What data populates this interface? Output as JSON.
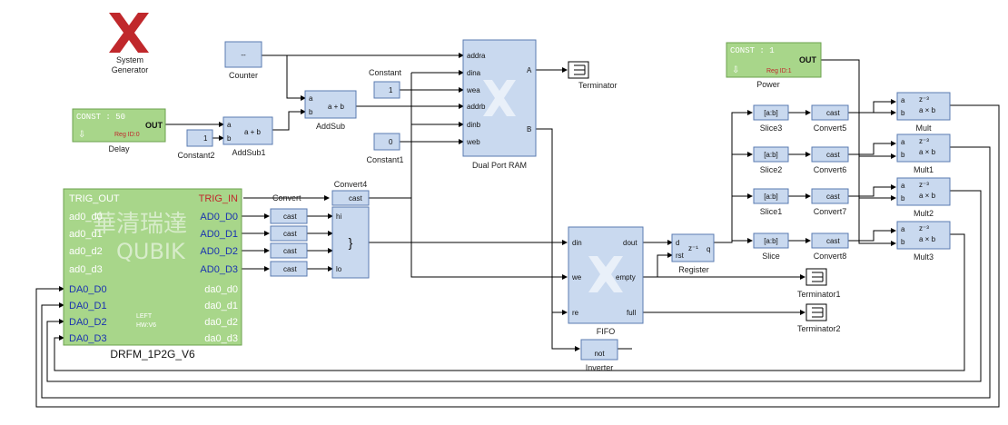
{
  "logo": {
    "line1": "System",
    "line2": "Generator",
    "color": "#c0282c"
  },
  "colors": {
    "block_fill": "#c9d9ef",
    "block_stroke": "#5a7bb0",
    "gateway_fill": "#a8d68a",
    "wire": "#000000",
    "blue_port": "#1a32b0",
    "red_port": "#c0282c"
  },
  "blocks": {
    "counter": {
      "name": "Counter",
      "inner": "--"
    },
    "addsub": {
      "name": "AddSub",
      "op": "a + b",
      "port_a": "a",
      "port_b": "b"
    },
    "addsub1": {
      "name": "AddSub1",
      "op": "a + b",
      "port_a": "a",
      "port_b": "b"
    },
    "delay": {
      "name": "Delay",
      "const": "CONST : 50",
      "out": "OUT",
      "reg": "Reg ID:0"
    },
    "constant2": {
      "name": "Constant2",
      "value": "1"
    },
    "constant": {
      "name": "Constant",
      "value": "1"
    },
    "constant1": {
      "name": "Constant1",
      "value": "0"
    },
    "dpram": {
      "name": "Dual Port RAM",
      "ports_in": [
        "addra",
        "dina",
        "wea",
        "addrb",
        "dinb",
        "web"
      ],
      "out_a": "A",
      "out_b": "B"
    },
    "terminator": {
      "name": "Terminator"
    },
    "terminator1": {
      "name": "Terminator1"
    },
    "terminator2": {
      "name": "Terminator2"
    },
    "power": {
      "name": "Power",
      "const": "CONST : 1",
      "out": "OUT",
      "reg": "Reg ID:1"
    },
    "convert": {
      "name": "Convert"
    },
    "convert4": {
      "name": "Convert4",
      "cast": "cast",
      "ports": [
        "hi",
        "lo"
      ],
      "concat": "}"
    },
    "cast": "cast",
    "fifo": {
      "name": "FIFO",
      "ports_in": [
        "din",
        "we",
        "re"
      ],
      "ports_out": [
        "dout",
        "empty",
        "full"
      ]
    },
    "inverter": {
      "name": "Inverter",
      "text": "not"
    },
    "register": {
      "name": "Register",
      "d": "d",
      "rst": "rst",
      "q": "q",
      "z": "z⁻¹"
    },
    "slices": [
      {
        "name": "Slice3",
        "inner": "[a:b]"
      },
      {
        "name": "Slice2",
        "inner": "[a:b]"
      },
      {
        "name": "Slice1",
        "inner": "[a:b]"
      },
      {
        "name": "Slice",
        "inner": "[a:b]"
      }
    ],
    "converts": [
      "Convert5",
      "Convert6",
      "Convert7",
      "Convert8"
    ],
    "mults": [
      {
        "name": "Mult",
        "op": "a × b",
        "z": "z⁻³"
      },
      {
        "name": "Mult1",
        "op": "a × b",
        "z": "z⁻³"
      },
      {
        "name": "Mult2",
        "op": "a × b",
        "z": "z⁻³"
      },
      {
        "name": "Mult3",
        "op": "a × b",
        "z": "z⁻³"
      }
    ],
    "drfm": {
      "name": "DRFM_1P2G_V6",
      "left_ports": [
        "TRIG_OUT",
        "ad0_d0",
        "ad0_d1",
        "ad0_d2",
        "ad0_d3",
        "DA0_D0",
        "DA0_D1",
        "DA0_D2",
        "DA0_D3"
      ],
      "right_ports": [
        "TRIG_IN",
        "AD0_D0",
        "AD0_D1",
        "AD0_D2",
        "AD0_D3",
        "da0_d0",
        "da0_d1",
        "da0_d2",
        "da0_d3"
      ],
      "watermark1": "華清瑞達",
      "watermark2": "QUBIK",
      "side1": "LEFT",
      "side2": "HW:V6"
    }
  }
}
